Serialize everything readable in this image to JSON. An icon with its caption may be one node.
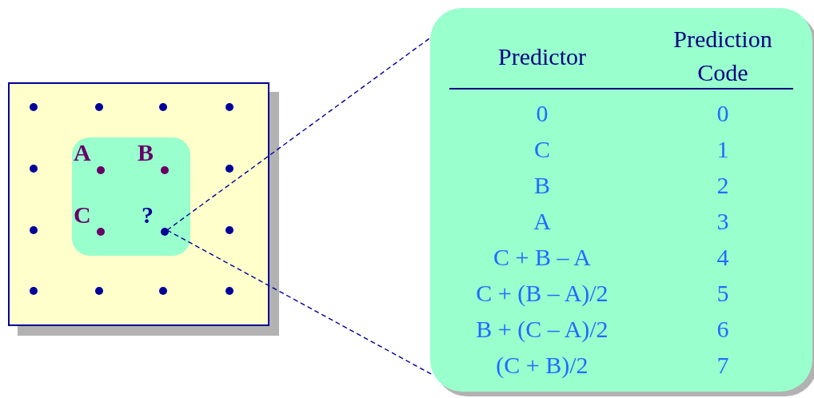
{
  "diagram": {
    "nodes": [
      {
        "text": [],
        "shape": "box"
      },
      {
        "text": [],
        "shape": "box",
        "in": 0
      },
      {
        "text": [],
        "shape": "circle",
        "in": 1,
        "beside": [
          "A"
        ]
      },
      {
        "text": [],
        "shape": "circle",
        "in": 1,
        "beside": [
          "B"
        ]
      },
      {
        "text": [],
        "shape": "circle",
        "in": 1,
        "beside": [
          "C"
        ]
      },
      {
        "text": [],
        "shape": "circle",
        "in": 1,
        "beside": [
          "?"
        ]
      },
      {
        "text": [],
        "shape": "box"
      }
    ],
    "edges": [
      {
        "from": 5,
        "to": 6,
        "arrow": "none",
        "style": "dashed"
      },
      {
        "from": 5,
        "to": 6,
        "arrow": "none",
        "style": "dashed"
      }
    ],
    "labels": [
      "Predictor",
      "Prediction Code",
      "0",
      "0",
      "C",
      "1",
      "B",
      "2",
      "A",
      "3",
      "C + B – A",
      "4",
      "C + (B – A)/2",
      "5",
      "B + (C – A)/2",
      "6",
      "(C + B)/2",
      "7"
    ]
  }
}
